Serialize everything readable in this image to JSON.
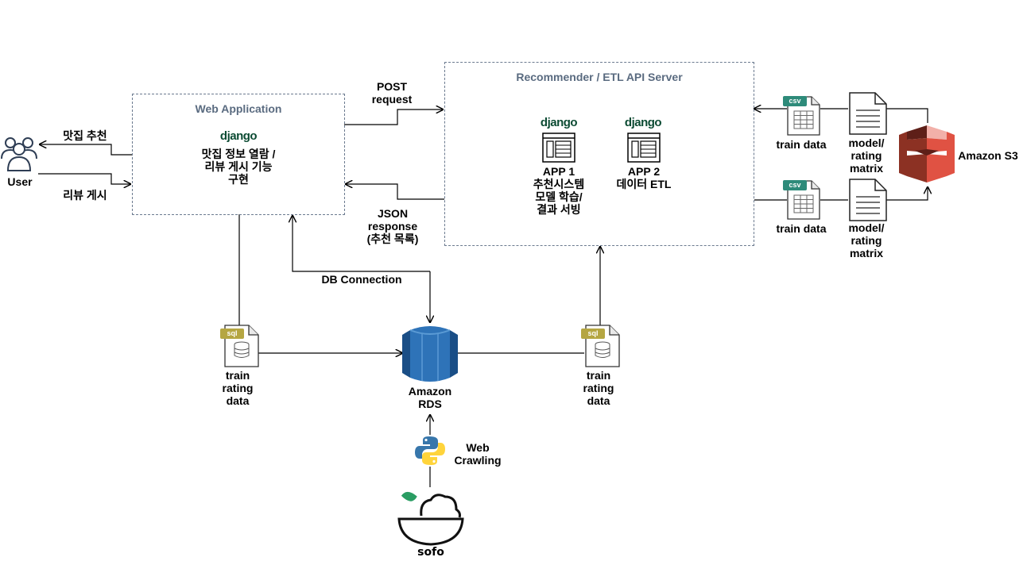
{
  "user": {
    "label": "User"
  },
  "arrows": {
    "recommend_label": "맛집 추천",
    "review_label": "리뷰 게시",
    "post_label": "POST\nrequest",
    "json_label": "JSON\nresponse\n(추천 목록)",
    "db_label": "DB Connection"
  },
  "web_app": {
    "title": "Web Application",
    "django": "django",
    "desc": "맛집 정보 열람 /\n리뷰 게시 기능\n구현"
  },
  "server": {
    "title": "Recommender / ETL API Server",
    "app1_django": "django",
    "app1_label": "APP 1\n추천시스템\n모델 학습/\n결과 서빙",
    "app2_django": "django",
    "app2_label": "APP 2\n데이터 ETL"
  },
  "s3_side": {
    "csv_badge_1": "csv",
    "csv_badge_2": "csv",
    "train_data_1": "train data",
    "train_data_2": "train data",
    "model_1": "model/\nrating\nmatrix",
    "model_2": "model/\nrating\nmatrix",
    "s3_label": "Amazon S3"
  },
  "db_side": {
    "sql_badge_left": "sql",
    "sql_badge_right": "sql",
    "left_label": "train\nrating\ndata",
    "right_label": "train\nrating\ndata",
    "rds_label": "Amazon\nRDS"
  },
  "crawl": {
    "label": "Web\nCrawling",
    "sofo": "sofo"
  },
  "colors": {
    "django": "#0c4b33",
    "box_border": "#6b7a8f",
    "rds": "#2e73b8",
    "s3": "#d9453a",
    "csv": "#2e8b7a",
    "sql": "#b5a642"
  }
}
